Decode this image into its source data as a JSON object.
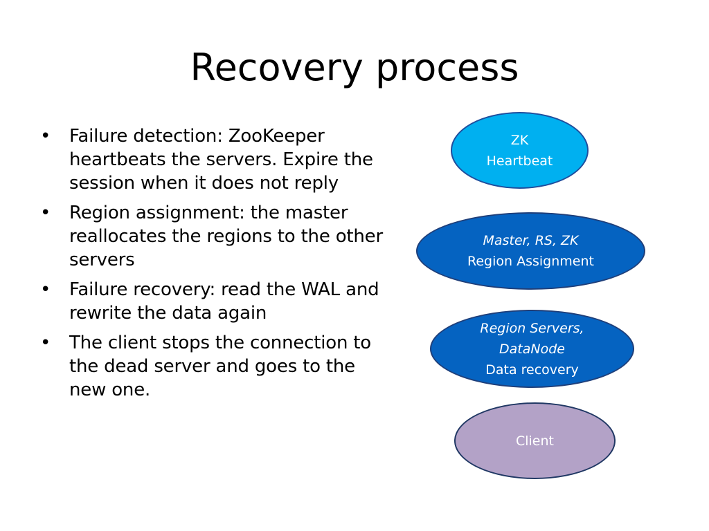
{
  "slide": {
    "title": "Recovery process",
    "bullets": [
      "Failure detection: ZooKeeper heartbeats the servers. Expire the session when it does not reply",
      "Region assignment: the master reallocates the regions to the other servers",
      "Failure recovery: read the WAL and rewrite the data again",
      "The client stops the connection to the dead server and goes to the new one."
    ],
    "bullet_symbol": "•"
  },
  "diagram": {
    "nodes": [
      {
        "id": "zk",
        "lines": [
          {
            "text": "ZK",
            "italic": false
          },
          {
            "text": "Heartbeat",
            "italic": false
          }
        ],
        "fill": "#00b0f0"
      },
      {
        "id": "master",
        "lines": [
          {
            "text": "Master, RS, ZK",
            "italic": true
          },
          {
            "text": "Region Assignment",
            "italic": false
          }
        ],
        "fill": "#0563c1"
      },
      {
        "id": "region-servers",
        "lines": [
          {
            "text": "Region Servers,",
            "italic": true
          },
          {
            "text": "DataNode",
            "italic": true
          },
          {
            "text": "Data recovery",
            "italic": false
          }
        ],
        "fill": "#0563c1"
      },
      {
        "id": "client",
        "lines": [
          {
            "text": "Client",
            "italic": false
          }
        ],
        "fill": "#b3a2c7"
      }
    ]
  }
}
